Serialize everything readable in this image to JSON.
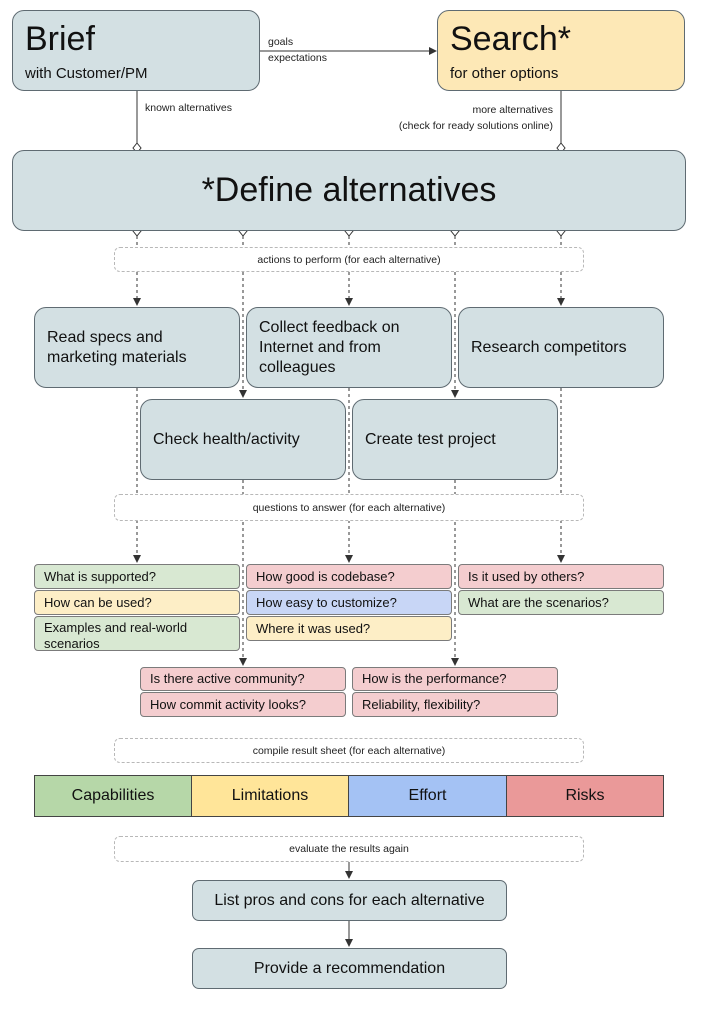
{
  "brief": {
    "title": "Brief",
    "subtitle": "with Customer/PM"
  },
  "search": {
    "title": "Search*",
    "subtitle": "for other options"
  },
  "arrow_labels": {
    "goals": "goals",
    "expectations": "expectations",
    "known_alternatives": "known alternatives",
    "more_alternatives": "more alternatives",
    "check_online": "(check for ready solutions online)"
  },
  "define": "*Define alternatives",
  "phase_labels": {
    "actions": "actions to perform (for each alternative)",
    "questions": "questions to answer (for each alternative)",
    "compile": "compile result sheet (for each alternative)",
    "evaluate": "evaluate the results again"
  },
  "actions": [
    "Read specs and marketing materials",
    "Collect feedback on Internet and from colleagues",
    "Research competitors",
    "Check health/activity",
    "Create test project"
  ],
  "questions": {
    "col1": [
      "What is supported?",
      "How can be used?",
      "Examples and real-world scenarios"
    ],
    "col2": [
      "How good is codebase?",
      "How easy to customize?",
      "Where it was used?"
    ],
    "col3": [
      "Is it used by others?",
      "What are the scenarios?"
    ],
    "col4": [
      "Is there active community?",
      "How commit activity looks?"
    ],
    "col5": [
      "How is the performance?",
      "Reliability, flexibility?"
    ]
  },
  "result_sheet": [
    "Capabilities",
    "Limitations",
    "Effort",
    "Risks"
  ],
  "colors": {
    "box": "#d3e0e3",
    "search": "#fde8b6",
    "green": "#d8e8d2",
    "yellow": "#fdeec6",
    "pink": "#f4cdcf",
    "blue": "#c8d6f6",
    "cap": "#b6d7a8",
    "lim": "#ffe599",
    "eff": "#a4c2f4",
    "risk": "#ea9999"
  },
  "final_steps": [
    "List pros and cons for each alternative",
    "Provide a recommendation"
  ]
}
